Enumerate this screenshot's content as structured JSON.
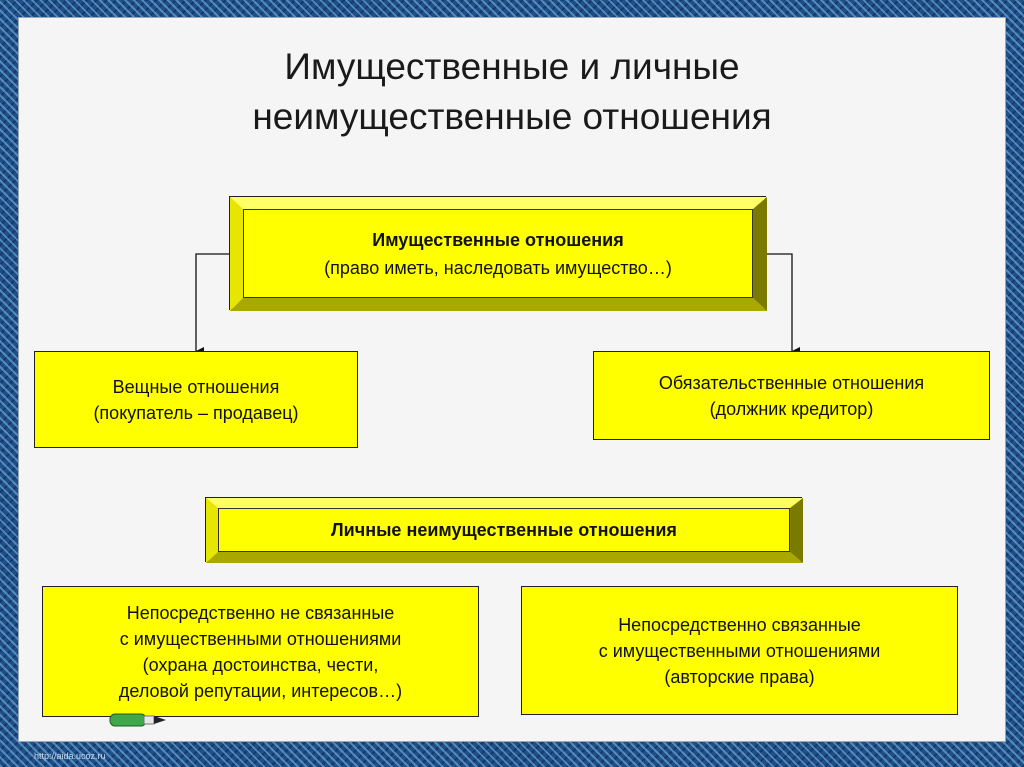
{
  "title": {
    "line1": "Имущественные и личные",
    "line2": "неимущественные отношения"
  },
  "property": {
    "heading": "Имущественные отношения",
    "detail": "(право иметь, наследовать имущество…)"
  },
  "real_rights": {
    "line1": "Вещные отношения",
    "line2": "(покупатель – продавец)"
  },
  "obligations": {
    "line1": "Обязательственные отношения",
    "line2": "(должник кредитор)"
  },
  "personal": {
    "heading": "Личные неимущественные отношения"
  },
  "unrelated": {
    "line1": "Непосредственно не связанные",
    "line2": "с имущественными отношениями",
    "line3": "(охрана достоинства, чести,",
    "line4": "деловой репутации, интересов…)"
  },
  "related": {
    "line1": "Непосредственно связанные",
    "line2": "с имущественными отношениями",
    "line3": "(авторские права)"
  },
  "footer": {
    "url": "http://aida.ucoz.ru"
  },
  "colors": {
    "box_fill": "#ffff00",
    "background": "#1f4f86",
    "slide": "#f5f5f5"
  }
}
